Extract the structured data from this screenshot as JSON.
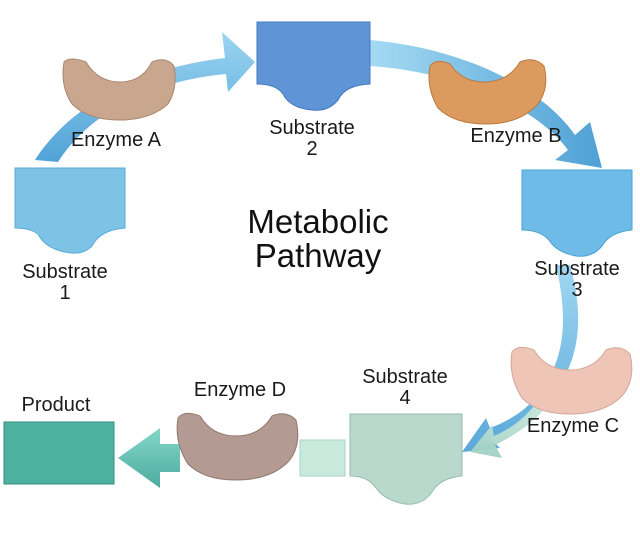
{
  "title": {
    "line1": "Metabolic",
    "line2": "Pathway"
  },
  "nodes": {
    "substrate_1": {
      "line1": "Substrate",
      "line2": "1"
    },
    "substrate_2": {
      "line1": "Substrate",
      "line2": "2"
    },
    "substrate_3": {
      "line1": "Substrate",
      "line2": "3"
    },
    "substrate_4": {
      "line1": "Substrate",
      "line2": "4"
    },
    "enzyme_a": "Enzyme A",
    "enzyme_b": "Enzyme B",
    "enzyme_c": "Enzyme C",
    "enzyme_d": "Enzyme D",
    "product": "Product"
  },
  "colors": {
    "arrow": "#5aaedc",
    "arrow_pale": "#b4dcd0",
    "substrate_1": "#7cc3e6",
    "substrate_2": "#5f95d7",
    "substrate_3": "#6fbbe8",
    "substrate_4": "#b9d9cc",
    "product": "#4fb2a1",
    "enzyme_a": "#c9a78f",
    "enzyme_b": "#dc9a5e",
    "enzyme_c": "#efc5b8",
    "enzyme_d": "#b39a92"
  }
}
